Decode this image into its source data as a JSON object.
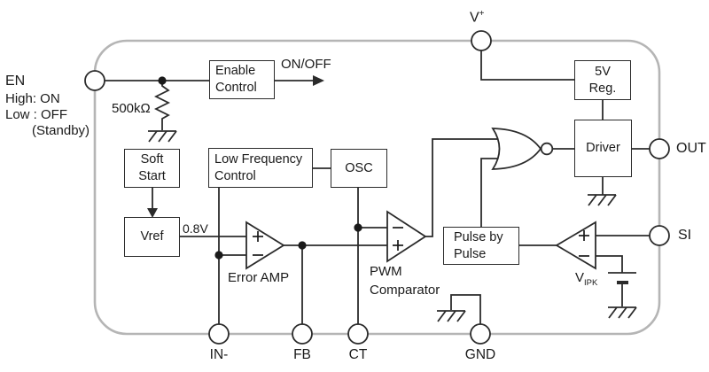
{
  "title": "IC functional block diagram",
  "colors": {
    "line": "#2b2b2b",
    "body_border": "#b5b5b5",
    "background": "#ffffff",
    "text": "#1a1a1a"
  },
  "pins": {
    "en": "EN",
    "vplus_base": "V",
    "vplus_sup": "+",
    "out": "OUT",
    "si": "SI",
    "in_minus": "IN-",
    "fb": "FB",
    "ct": "CT",
    "gnd": "GND"
  },
  "blocks": {
    "enable_control": {
      "line1": "Enable",
      "line2": "Control"
    },
    "soft_start": {
      "line1": "Soft",
      "line2": "Start"
    },
    "vref": {
      "label": "Vref"
    },
    "low_freq": {
      "line1": "Low Frequency",
      "line2": "Control"
    },
    "osc": {
      "label": "OSC"
    },
    "reg5v": {
      "line1": "5V",
      "line2": "Reg."
    },
    "driver": {
      "label": "Driver"
    },
    "pulse_by_pulse": {
      "line1": "Pulse by",
      "line2": "Pulse"
    }
  },
  "annotations": {
    "en_high": "High: ON",
    "en_low": "Low : OFF",
    "en_standby": "(Standby)",
    "resistor_value": "500kΩ",
    "on_off": "ON/OFF",
    "vref_voltage": "0.8V",
    "error_amp": "Error AMP",
    "pwm_line1": "PWM",
    "pwm_line2": "Comparator",
    "vipk_base": "V",
    "vipk_sub": "IPK"
  }
}
